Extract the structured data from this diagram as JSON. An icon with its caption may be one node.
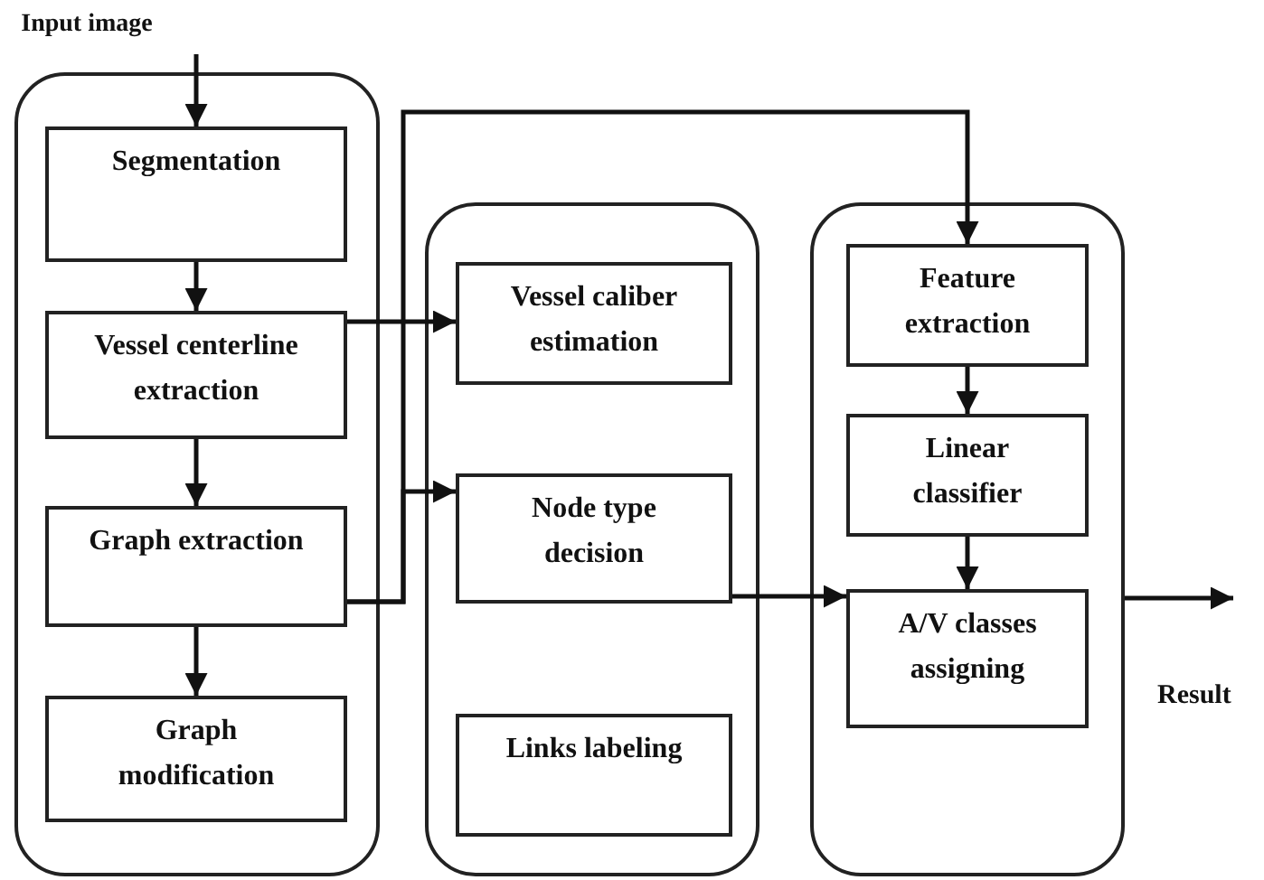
{
  "diagram": {
    "nodes": [
      {
        "text": [
          "Input image"
        ]
      },
      {
        "text": [],
        "shape": "box"
      },
      {
        "text": [
          "Segmentation"
        ],
        "in": 1
      },
      {
        "text": [
          "Vessel centerline extraction"
        ],
        "in": 1
      },
      {
        "text": [
          "Graph extraction"
        ],
        "in": 1
      },
      {
        "text": [
          "Graph modification"
        ],
        "in": 1
      },
      {
        "text": [],
        "shape": "box"
      },
      {
        "text": [
          "Vessel caliber estimation"
        ],
        "in": 6
      },
      {
        "text": [
          "Node type decision"
        ],
        "in": 6
      },
      {
        "text": [
          "Links labeling"
        ],
        "in": 6
      },
      {
        "text": [],
        "shape": "box"
      },
      {
        "text": [
          "Feature extraction"
        ],
        "in": 10
      },
      {
        "text": [
          "Linear classifier"
        ],
        "in": 10
      },
      {
        "text": [
          "A/V classes assigning"
        ],
        "in": 10
      }
    ],
    "edges": [
      {
        "from": 0,
        "to": 2,
        "arrow": "to"
      },
      {
        "from": 2,
        "to": 3,
        "arrow": "to"
      },
      {
        "from": 3,
        "to": 4,
        "arrow": "to"
      },
      {
        "from": 4,
        "to": 5,
        "arrow": "to"
      },
      {
        "from": 3,
        "to": 7,
        "arrow": "to"
      },
      {
        "from": 4,
        "to": 8,
        "arrow": "to"
      },
      {
        "from": 8,
        "to": 13,
        "arrow": "to"
      },
      {
        "from": 11,
        "to": 12,
        "arrow": "to"
      },
      {
        "from": 12,
        "to": 13,
        "arrow": "to"
      },
      {
        "from": 4,
        "to": 11,
        "arrow": "to"
      },
      {
        "from": 10,
        "to": null,
        "arrow": "to"
      }
    ],
    "labels": [
      "Result"
    ]
  }
}
